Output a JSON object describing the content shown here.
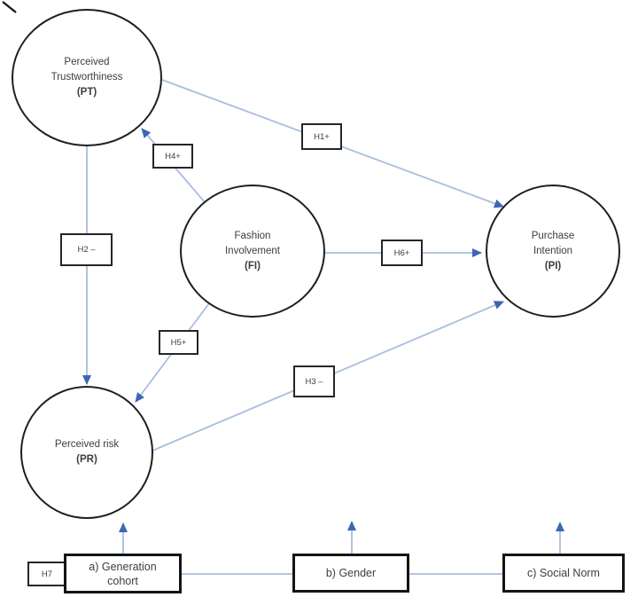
{
  "diagram_nodes": {
    "pt": {
      "line1": "Perceived",
      "line2": "Trustworthiness",
      "abbr": "(PT)"
    },
    "fi": {
      "line1": "Fashion",
      "line2": "Involvement",
      "abbr": "(FI)"
    },
    "pi": {
      "line1": "Purchase",
      "line2": "Intention",
      "abbr": "(PI)"
    },
    "pr": {
      "line1": "Perceived risk",
      "abbr": "(PR)"
    }
  },
  "hypothesis_labels": {
    "h1": "H1+",
    "h2": "H2 –",
    "h3": "H3 –",
    "h4": "H4+",
    "h5": "H5+",
    "h6": "H6+",
    "h7": "H7"
  },
  "moderators": {
    "a": {
      "line1": "a) Generation",
      "line2": "cohort"
    },
    "b": {
      "line1": "b) Gender"
    },
    "c": {
      "line1": "c) Social Norm"
    }
  },
  "colors": {
    "connector_line": "#a8bedf",
    "arrowhead": "#3d66b3",
    "shape_border": "#1f1f1f",
    "text": "#3d3d3d",
    "background": "#ffffff"
  }
}
